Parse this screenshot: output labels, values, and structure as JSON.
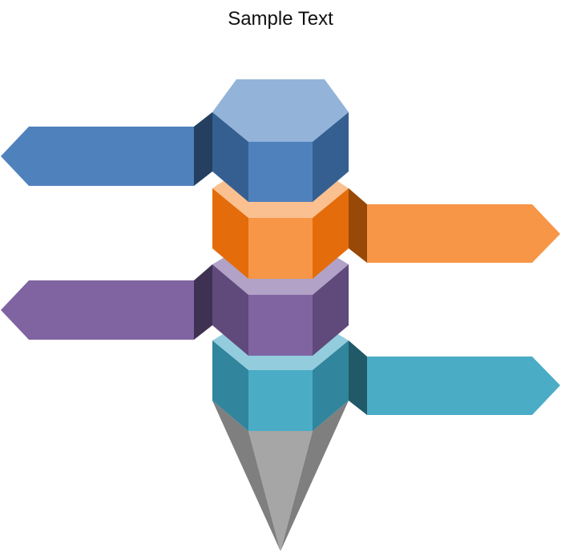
{
  "title": "Sample Text",
  "colors": {
    "blue": {
      "top": "#93b3d9",
      "front": "#4f81bd",
      "side": "#365f91",
      "arrow_shade": "#243f60"
    },
    "orange": {
      "top": "#fac090",
      "front": "#f79646",
      "side": "#e46c0a",
      "arrow_shade": "#984807"
    },
    "purple": {
      "top": "#b3a2c7",
      "front": "#8064a2",
      "side": "#604a7b",
      "arrow_shade": "#3f3151"
    },
    "teal": {
      "top": "#93cddd",
      "front": "#4bacc6",
      "side": "#31859c",
      "arrow_shade": "#215968"
    },
    "tip": {
      "front": "#a6a6a6",
      "side": "#7f7f7f"
    }
  },
  "segments": [
    {
      "name": "segment-1",
      "color": "blue",
      "arrow_direction": "left"
    },
    {
      "name": "segment-2",
      "color": "orange",
      "arrow_direction": "right"
    },
    {
      "name": "segment-3",
      "color": "purple",
      "arrow_direction": "left"
    },
    {
      "name": "segment-4",
      "color": "teal",
      "arrow_direction": "right"
    }
  ]
}
